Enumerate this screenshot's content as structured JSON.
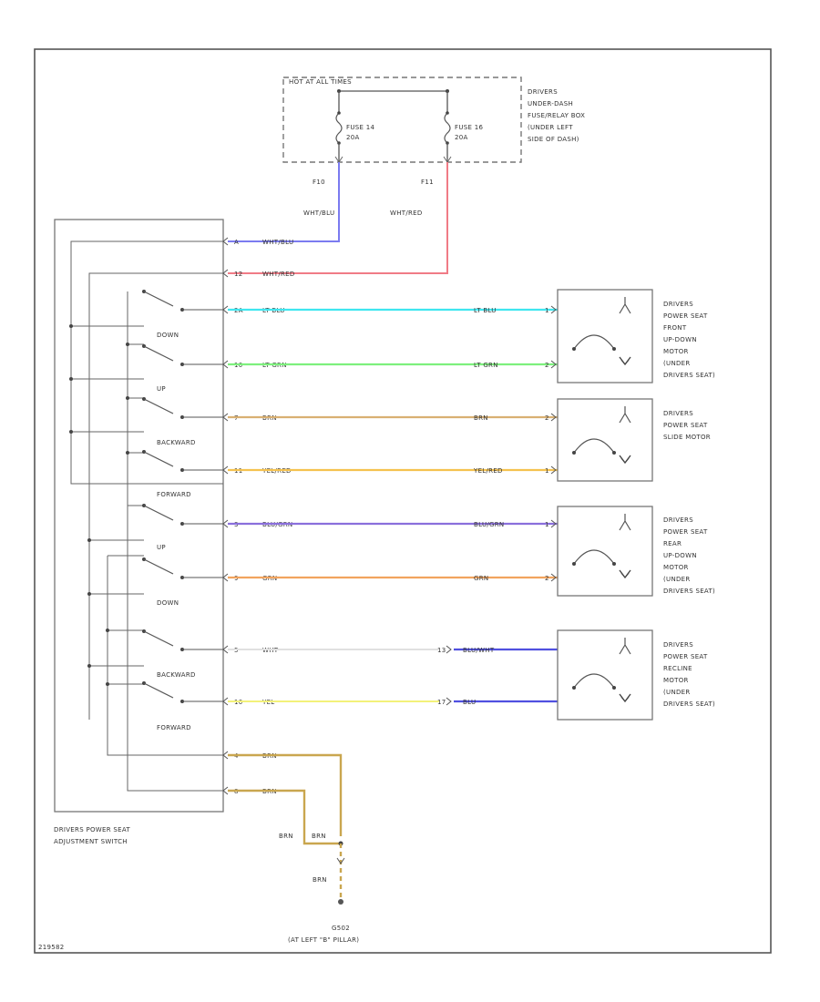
{
  "hot_at_all_times": "HOT AT ALL TIMES",
  "fuse_box_label": [
    "DRIVERS",
    "UNDER-DASH",
    "FUSE/RELAY BOX",
    "(UNDER LEFT",
    "SIDE OF DASH)"
  ],
  "fuse_14": {
    "name": "FUSE 14",
    "rating": "20A",
    "term": "F10",
    "wire": "WHT/BLU"
  },
  "fuse_16": {
    "name": "FUSE 16",
    "rating": "20A",
    "term": "F11",
    "wire": "WHT/RED"
  },
  "switch_wires": [
    {
      "pin": "A",
      "wire": "WHT/BLU"
    },
    {
      "pin": "12",
      "wire": "WHT/RED"
    },
    {
      "pin": "2A",
      "wire": "LT BLU",
      "motor_wire": "LT BLU",
      "motor_pin": "1"
    },
    {
      "pin": "10",
      "wire": "LT GRN",
      "motor_wire": "LT GRN",
      "motor_pin": "2"
    },
    {
      "pin": "7",
      "wire": "BRN",
      "motor_wire": "BRN",
      "motor_pin": "2"
    },
    {
      "pin": "11",
      "wire": "YEL/RED",
      "motor_wire": "YEL/RED",
      "motor_pin": "1"
    },
    {
      "pin": "3",
      "wire": "BLU/GRN",
      "motor_wire": "BLU/GRN",
      "motor_pin": "1"
    },
    {
      "pin": "9",
      "wire": "GRN",
      "motor_wire": "GRN",
      "motor_pin": "2"
    },
    {
      "pin": "5",
      "wire": "WHT",
      "conn_pin": "13",
      "motor_wire": "BLU/WHT"
    },
    {
      "pin": "10",
      "wire": "YEL",
      "conn_pin": "17",
      "motor_wire": "BLU"
    },
    {
      "pin": "4",
      "wire": "BRN"
    },
    {
      "pin": "8",
      "wire": "BRN"
    }
  ],
  "switch_labels": [
    "DOWN",
    "UP",
    "BACKWARD",
    "FORWARD",
    "UP",
    "DOWN",
    "BACKWARD",
    "FORWARD"
  ],
  "switch_name": [
    "DRIVERS POWER SEAT",
    "ADJUSTMENT SWITCH"
  ],
  "motors": [
    {
      "label": [
        "DRIVERS",
        "POWER SEAT",
        "FRONT",
        "UP-DOWN",
        "MOTOR",
        "(UNDER",
        "DRIVERS SEAT)"
      ]
    },
    {
      "label": [
        "DRIVERS",
        "POWER SEAT",
        "SLIDE MOTOR"
      ]
    },
    {
      "label": [
        "DRIVERS",
        "POWER SEAT",
        "REAR",
        "UP-DOWN",
        "MOTOR",
        "(UNDER",
        "DRIVERS SEAT)"
      ]
    },
    {
      "label": [
        "DRIVERS",
        "POWER SEAT",
        "RECLINE",
        "MOTOR",
        "(UNDER",
        "DRIVERS SEAT)"
      ]
    }
  ],
  "ground": {
    "wire_left": "BRN",
    "wire_right": "BRN",
    "wire_bottom": "BRN",
    "name": "G502",
    "location": "(AT LEFT \"B\" PILLAR)"
  },
  "figure_id": "219582",
  "colors": {
    "wht_blu": "#7b7bf0",
    "wht_red": "#f07b86",
    "lt_blu": "#3fe6ef",
    "lt_grn": "#7df07d",
    "brn": "#d9b072",
    "yel_red": "#f5c24f",
    "blu_grn": "#8a6fdc",
    "grn": "#f2a45e",
    "wht": "#e0e0e0",
    "yel": "#f3f27a",
    "blu": "#5050e0",
    "brn_gnd": "#c9a64f"
  }
}
